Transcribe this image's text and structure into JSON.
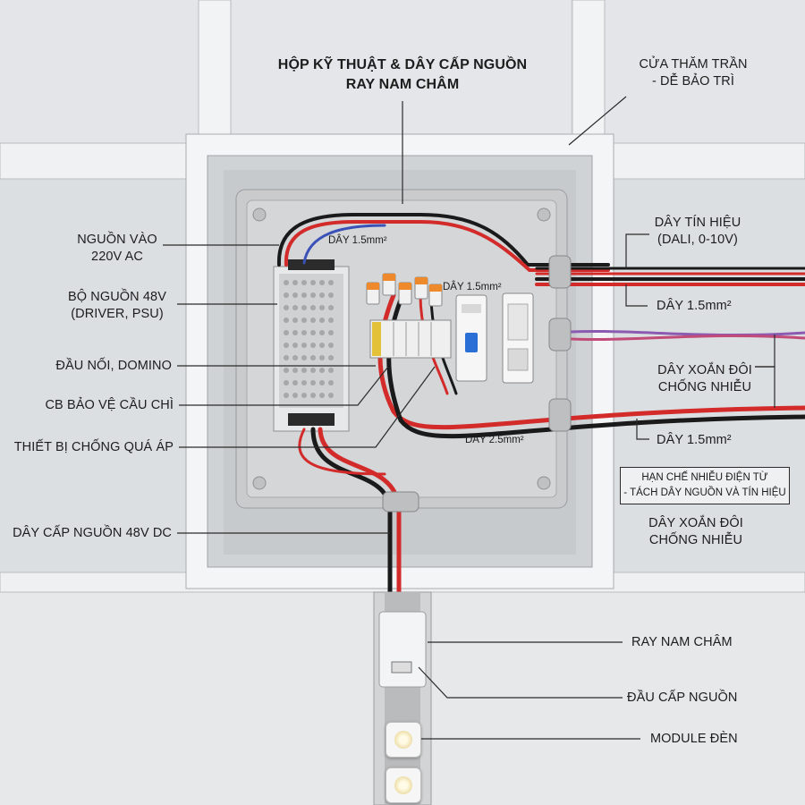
{
  "title": {
    "line1": "HỘP KỸ THUẬT & DÂY CẤP NGUỒN",
    "line2": "RAY NAM CHÂM"
  },
  "labels_left": {
    "input": [
      "NGUỒN VÀO",
      "220V AC"
    ],
    "psu": [
      "BỘ NGUỒN 48V",
      "(DRIVER, PSU)"
    ],
    "terminal": "ĐẦU NỐI, DOMINO",
    "breaker": "CB BẢO VỆ CẦU CHÌ",
    "surge": "THIẾT BỊ CHỐNG QUÁ ÁP",
    "dc_cable": "DÂY CẤP NGUỒN 48V DC"
  },
  "labels_right": {
    "access": [
      "CỬA THĂM TRẦN",
      "- DỄ BẢO TRÌ"
    ],
    "signal": [
      "DÂY TÍN HIỆU",
      "(DALI, 0-10V)"
    ],
    "wire_a": "DÂY 1.5mm²",
    "twisted_a": [
      "DÂY XOẮN ĐÔI",
      "CHỐNG NHIỄU"
    ],
    "wire_b": "DÂY 1.5mm²",
    "note": [
      "HẠN CHẾ NHIỄU ĐIỆN TỪ",
      "- TÁCH DÂY NGUỒN VÀ TÍN HIỆU"
    ],
    "twisted_b": [
      "DÂY XOẮN ĐÔI",
      "CHỐNG NHIỄU"
    ]
  },
  "labels_bottom": {
    "rail": "RAY NAM CHÂM",
    "feed": "ĐẦU CẤP NGUỒN",
    "module": "MODULE ĐÈN"
  },
  "wire_labels": {
    "top": "DÂY 1.5mm²",
    "mid": "DÂY 1.5mm²",
    "bottom": "DÂY 2.5mm²"
  },
  "colors": {
    "red_wire": "#d32a2a",
    "black_wire": "#1a1a1a",
    "blue_wire": "#3a52b8",
    "orange_connector": "#ef8a2c",
    "box": "#c9cbcd"
  }
}
